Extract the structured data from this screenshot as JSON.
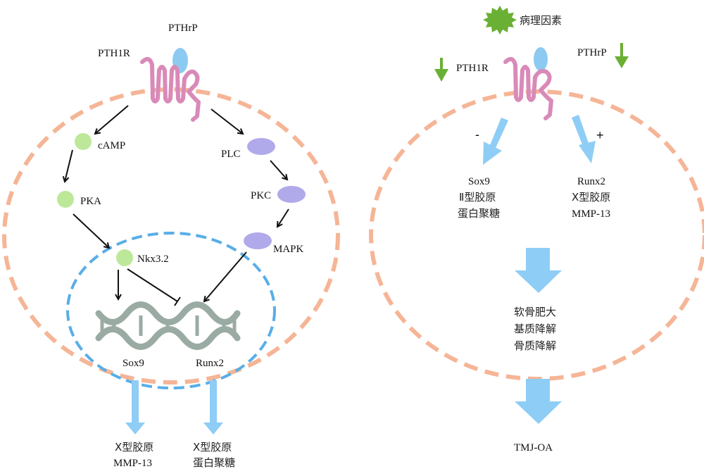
{
  "colors": {
    "cell_membrane": "#f5b596",
    "nucleus_membrane": "#58aee8",
    "receptor": "#d98ab8",
    "ligand": "#8dcaf2",
    "camp_pathway_node": "#bde89a",
    "plc_pathway_node": "#b0a9ea",
    "flow_arrow": "#8ecdf5",
    "down_arrow": "#6ab034",
    "pathogenic_burst": "#6ab034",
    "dna": "#9aaba3",
    "signal_arrow": "#111111"
  },
  "left_panel": {
    "ligand_label": "PTHrP",
    "receptor_label": "PTH1R",
    "camp_pathway": {
      "nodes": [
        "cAMP",
        "PKA",
        "Nkx3.2"
      ]
    },
    "plc_pathway": {
      "nodes": [
        "PLC",
        "PKC",
        "MAPK"
      ]
    },
    "genes": [
      "Sox9",
      "Runx2"
    ],
    "outputs": [
      {
        "gene": "Sox9",
        "lines": [
          "X型胶原",
          "MMP-13"
        ]
      },
      {
        "gene": "Runx2",
        "lines": [
          "X型胶原",
          "蛋白聚糖"
        ]
      }
    ],
    "relations": [
      {
        "from": "PTH1R",
        "to": "cAMP",
        "type": "activates"
      },
      {
        "from": "cAMP",
        "to": "PKA",
        "type": "activates"
      },
      {
        "from": "PKA",
        "to": "Nkx3.2",
        "type": "activates"
      },
      {
        "from": "PTH1R",
        "to": "PLC",
        "type": "activates"
      },
      {
        "from": "PLC",
        "to": "PKC",
        "type": "activates"
      },
      {
        "from": "PKC",
        "to": "MAPK",
        "type": "activates"
      },
      {
        "from": "Nkx3.2",
        "to": "Sox9",
        "type": "activates"
      },
      {
        "from": "Nkx3.2",
        "to": "Runx2",
        "type": "inhibits"
      },
      {
        "from": "MAPK",
        "to": "Runx2",
        "type": "activates"
      }
    ]
  },
  "right_panel": {
    "pathogenic_factor_label": "病理因素",
    "receptor_label": "PTH1R",
    "ligand_label": "PTHrP",
    "receptor_trend": "down",
    "ligand_trend": "down",
    "left_branch": {
      "sign": "-",
      "lines": [
        "Sox9",
        "Ⅱ型胶原",
        "蛋白聚糖"
      ]
    },
    "right_branch": {
      "sign": "+",
      "lines": [
        "Runx2",
        "X型胶原",
        "MMP-13"
      ]
    },
    "effects": [
      "软骨肥大",
      "基质降解",
      "骨质降解"
    ],
    "outcome": "TMJ-OA"
  }
}
